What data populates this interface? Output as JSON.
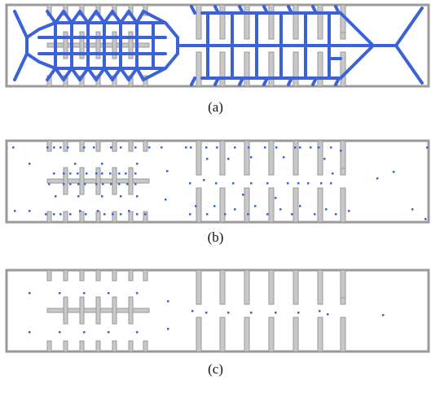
{
  "figure": {
    "panels": [
      {
        "label": "(a)",
        "content": "path-network"
      },
      {
        "label": "(b)",
        "content": "dense-sample-points"
      },
      {
        "label": "(c)",
        "content": "sparse-sample-points"
      }
    ]
  },
  "colors": {
    "wall": "#c8c8c8",
    "wall_stroke": "#9a9a9a",
    "path": "#3b63d6",
    "points": "#3b63d6",
    "border": "#9a9a9a"
  }
}
